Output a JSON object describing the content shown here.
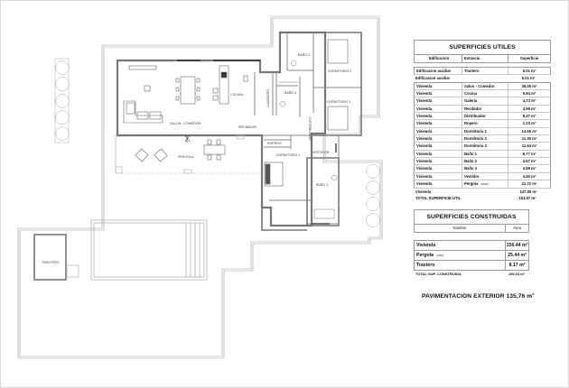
{
  "plan": {
    "rooms": {
      "salon_comedor": "SALON - COMEDOR",
      "cocina": "COCINA",
      "lavadero": "LAVADERO",
      "bano_3": "BAÑO 3",
      "bano_2": "BAÑO 2",
      "bano_1": "BAÑO 1",
      "dormitorio_1": "DORMITORIO 1",
      "dormitorio_2": "DORMITORIO 2",
      "dormitorio_3": "DORMITORIO 3",
      "distribuidor": "DISTRIBUIDOR",
      "recibidor": "RECIBIDOR",
      "ropero": "ROPERO",
      "vestidor": "VESTIDOR",
      "pergola": "PERGOLA",
      "trastero": "TRASTERO"
    }
  },
  "superficies_utiles": {
    "title": "SUPERFICIES UTILES",
    "headers": [
      "Edificacion",
      "Estancia",
      "Superficie"
    ],
    "rows": [
      {
        "edificacion": "Edificacion auxiliar",
        "estancia": "Trastero",
        "superficie": "6.01 m²"
      },
      {
        "edificacion": "Edificacion auxiliar",
        "estancia": "",
        "superficie": "6.01 m²"
      },
      {
        "edificacion": "Vivienda",
        "estancia": "Salon - Comedor",
        "superficie": "36.36 m²"
      },
      {
        "edificacion": "Vivienda",
        "estancia": "Cocina",
        "superficie": "9.94 m²"
      },
      {
        "edificacion": "Vivienda",
        "estancia": "Galeria",
        "superficie": "4.73 m²"
      },
      {
        "edificacion": "Vivienda",
        "estancia": "Recibidor",
        "superficie": "4.59 m²"
      },
      {
        "edificacion": "Vivienda",
        "estancia": "Distribuidor",
        "superficie": "8.47 m²"
      },
      {
        "edificacion": "Vivienda",
        "estancia": "Ropero",
        "superficie": "1.23 m²"
      },
      {
        "edificacion": "Vivienda",
        "estancia": "Dormitorio 1",
        "superficie": "14.55 m²"
      },
      {
        "edificacion": "Vivienda",
        "estancia": "Dormitorio 2",
        "superficie": "11.30 m²"
      },
      {
        "edificacion": "Vivienda",
        "estancia": "Dormitorio 2",
        "superficie": "11.64 m²"
      },
      {
        "edificacion": "Vivienda",
        "estancia": "Baño 1",
        "superficie": "8.77 m²"
      },
      {
        "edificacion": "Vivienda",
        "estancia": "Baño 2",
        "superficie": "4.57 m²"
      },
      {
        "edificacion": "Vivienda",
        "estancia": "Baño 3",
        "superficie": "4.89 m²"
      },
      {
        "edificacion": "Vivienda",
        "estancia": "Vestidor",
        "superficie": "4.90 m²"
      },
      {
        "edificacion": "Vivienda",
        "estancia": "Pergola",
        "note": "(100%)",
        "superficie": "21.72 m²"
      }
    ],
    "subtotal": {
      "label": "Vivienda",
      "value": "147.05 m²"
    },
    "total": {
      "label": "TOTAL SUPERFICIE UTIL",
      "value": "153.07 m²"
    }
  },
  "superficies_construidas": {
    "title": "SUPERFICIES CONSTRUIDAS",
    "headers": [
      "Nombre",
      "Área"
    ],
    "rows": [
      {
        "nombre": "Vivienda",
        "note": "",
        "area": "156.44 m²"
      },
      {
        "nombre": "Pergola",
        "note": "(100%)",
        "area": "25.44 m²"
      },
      {
        "nombre": "Trastero",
        "note": "",
        "area": "8.17 m²"
      }
    ],
    "total": {
      "label": "TOTAL SUP. CONSTRUIDA",
      "value": "190.04 m²"
    }
  },
  "pavimentacion": {
    "label": "PAVIMENTACION EXTERIOR 135,76 m",
    "unit_sup": "2"
  }
}
